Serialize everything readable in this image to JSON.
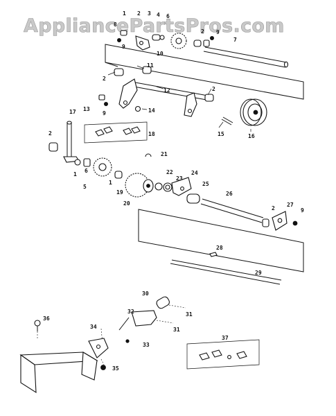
{
  "watermark": "AppliancePartsPros.com",
  "callouts": [
    "1",
    "2",
    "3",
    "4",
    "5",
    "6",
    "7",
    "8",
    "9",
    "10",
    "11",
    "12",
    "13",
    "14",
    "15",
    "16",
    "17",
    "18",
    "19",
    "20",
    "21",
    "22",
    "23",
    "24",
    "25",
    "26",
    "27",
    "28",
    "29",
    "30",
    "31",
    "32",
    "33",
    "34",
    "35",
    "36",
    "37"
  ],
  "icons": [
    "sprocket",
    "shaft",
    "bearing",
    "bushing",
    "collar",
    "pulley",
    "bracket",
    "screw",
    "nut",
    "washer",
    "chain-link",
    "panel"
  ]
}
